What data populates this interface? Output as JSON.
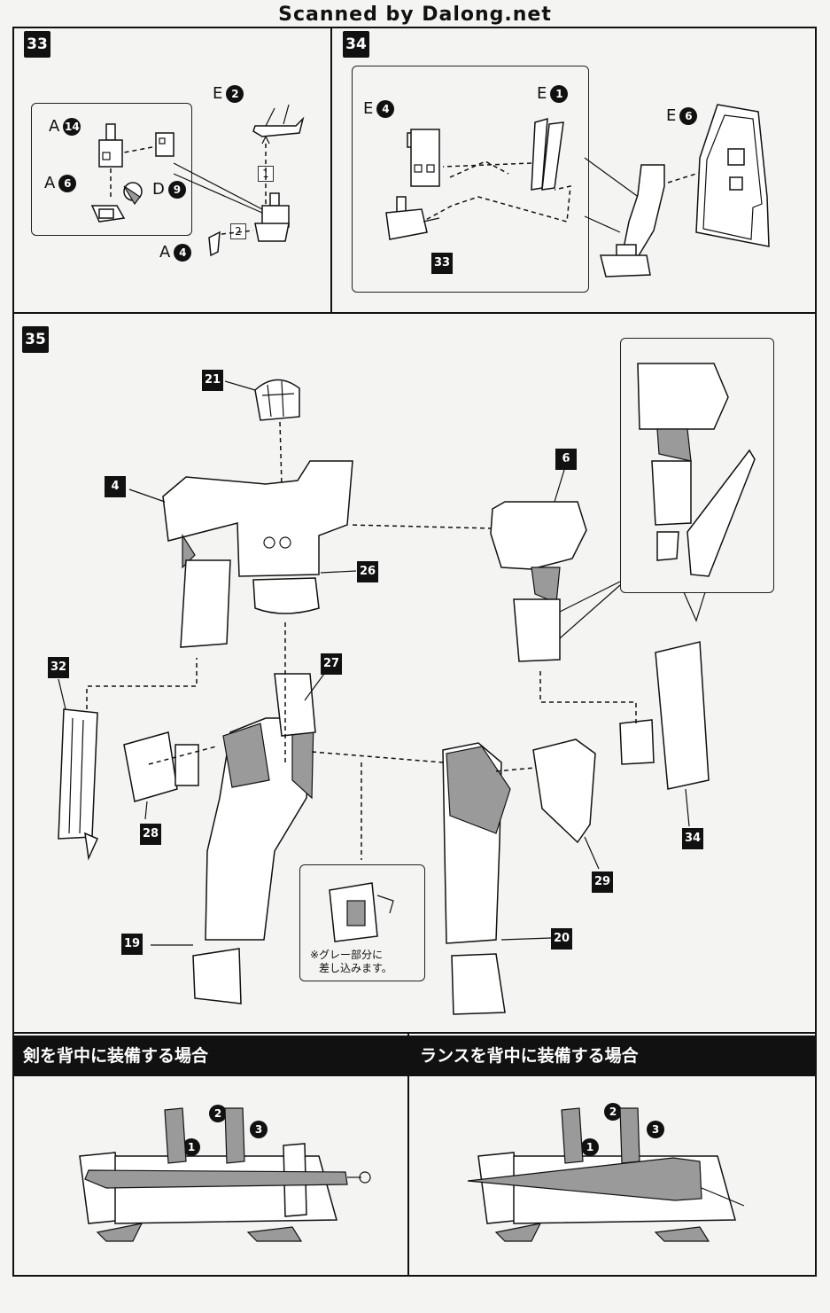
{
  "watermark": "Scanned by Dalong.net",
  "steps": [
    {
      "num": "33"
    },
    {
      "num": "34"
    },
    {
      "num": "35"
    }
  ],
  "step33": {
    "labels": [
      {
        "runner": "A",
        "num": "14"
      },
      {
        "runner": "A",
        "num": "6"
      },
      {
        "runner": "D",
        "num": "9"
      },
      {
        "runner": "E",
        "num": "2"
      },
      {
        "runner": "A",
        "num": "4"
      }
    ],
    "order": [
      "1",
      "2"
    ]
  },
  "step34": {
    "labels": [
      {
        "runner": "E",
        "num": "4"
      },
      {
        "runner": "E",
        "num": "1"
      },
      {
        "runner": "E",
        "num": "6"
      }
    ],
    "ref_part": "33"
  },
  "step35": {
    "parts": [
      "21",
      "4",
      "26",
      "6",
      "32",
      "27",
      "28",
      "19",
      "20",
      "29",
      "34"
    ],
    "note_line1": "※グレー部分に",
    "note_line2": "差し込みます。"
  },
  "sections": [
    {
      "title": "剣を背中に装備する場合",
      "markers": [
        "1",
        "2",
        "3"
      ]
    },
    {
      "title": "ランスを背中に装備する場合",
      "markers": [
        "1",
        "2",
        "3"
      ]
    }
  ],
  "colors": {
    "ink": "#111111",
    "paper": "#f4f4f2",
    "shade": "#9a9a9a"
  }
}
